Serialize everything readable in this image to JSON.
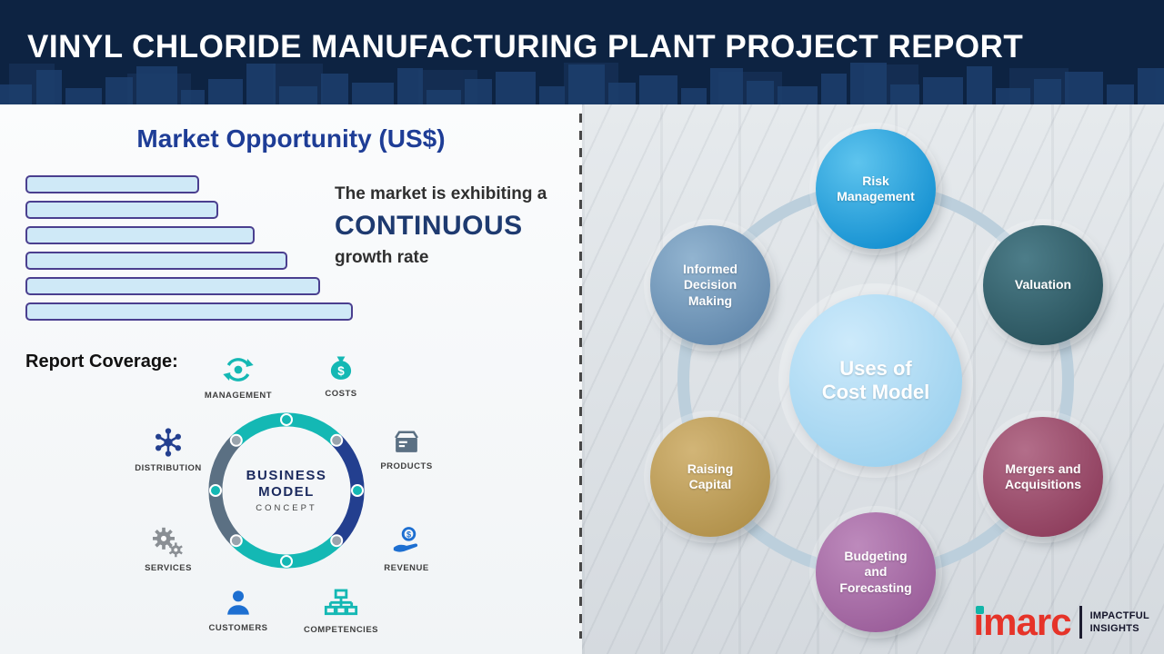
{
  "header": {
    "title": "VINYL CHLORIDE MANUFACTURING PLANT PROJECT REPORT"
  },
  "chart_data": {
    "type": "bar",
    "orientation": "horizontal",
    "title": "Market Opportunity (US$)",
    "values": [
      53,
      59,
      70,
      80,
      90,
      100
    ],
    "xlim": [
      0,
      100
    ],
    "bar_fill": "#cfe9f7",
    "bar_border": "#4a3f8f"
  },
  "left": {
    "market_heading": "Market Opportunity (US$)",
    "market_text": {
      "line1": "The market is exhibiting a",
      "emphasis": "CONTINUOUS",
      "line2": "growth rate"
    },
    "report_coverage_label": "Report Coverage:",
    "business_model": {
      "center": {
        "line1": "BUSINESS",
        "line2": "MODEL",
        "line3": "CONCEPT"
      },
      "items": [
        {
          "label": "MANAGEMENT",
          "icon": "cycle-idea-icon"
        },
        {
          "label": "COSTS",
          "icon": "money-bag-icon"
        },
        {
          "label": "DISTRIBUTION",
          "icon": "network-icon"
        },
        {
          "label": "PRODUCTS",
          "icon": "package-box-icon"
        },
        {
          "label": "SERVICES",
          "icon": "gears-icon"
        },
        {
          "label": "REVENUE",
          "icon": "hand-coin-icon"
        },
        {
          "label": "CUSTOMERS",
          "icon": "person-icon"
        },
        {
          "label": "COMPETENCIES",
          "icon": "org-chart-icon"
        }
      ]
    }
  },
  "right": {
    "center_label": "Uses of\nCost Model",
    "nodes": [
      {
        "label": "Risk\nManagement",
        "color": "#1792d2",
        "color_light": "#5ec4ee"
      },
      {
        "label": "Valuation",
        "color": "#2a545e",
        "color_light": "#4d7d89"
      },
      {
        "label": "Mergers and\nAcquisitions",
        "color": "#8f3f5e",
        "color_light": "#b36e8a"
      },
      {
        "label": "Budgeting\nand\nForecasting",
        "color": "#9c5f9b",
        "color_light": "#bd8abc"
      },
      {
        "label": "Raising\nCapital",
        "color": "#b2924c",
        "color_light": "#d2b577"
      },
      {
        "label": "Informed\nDecision\nMaking",
        "color": "#6389ad",
        "color_light": "#92b4d0"
      }
    ]
  },
  "logo": {
    "brand": "imarc",
    "tagline_line1": "IMPACTFUL",
    "tagline_line2": "INSIGHTS"
  },
  "colors": {
    "headerBg": "#0d2342",
    "accentBlue": "#1e3d96",
    "navy": "#1e3a70",
    "textDark": "#2f2f2f",
    "barFill": "#cfe9f7",
    "barBorder": "#4a3f8f",
    "teal": "#14b8b4",
    "bmNavy": "#233f8f",
    "slate": "#5b7083",
    "gray": "#8a8f94",
    "blue": "#1d6fd1",
    "costRing": "#bccfdc",
    "costCenter": "#9ed2ef",
    "costCenterLight": "#cdeafb",
    "imarcRed": "#e63329"
  }
}
